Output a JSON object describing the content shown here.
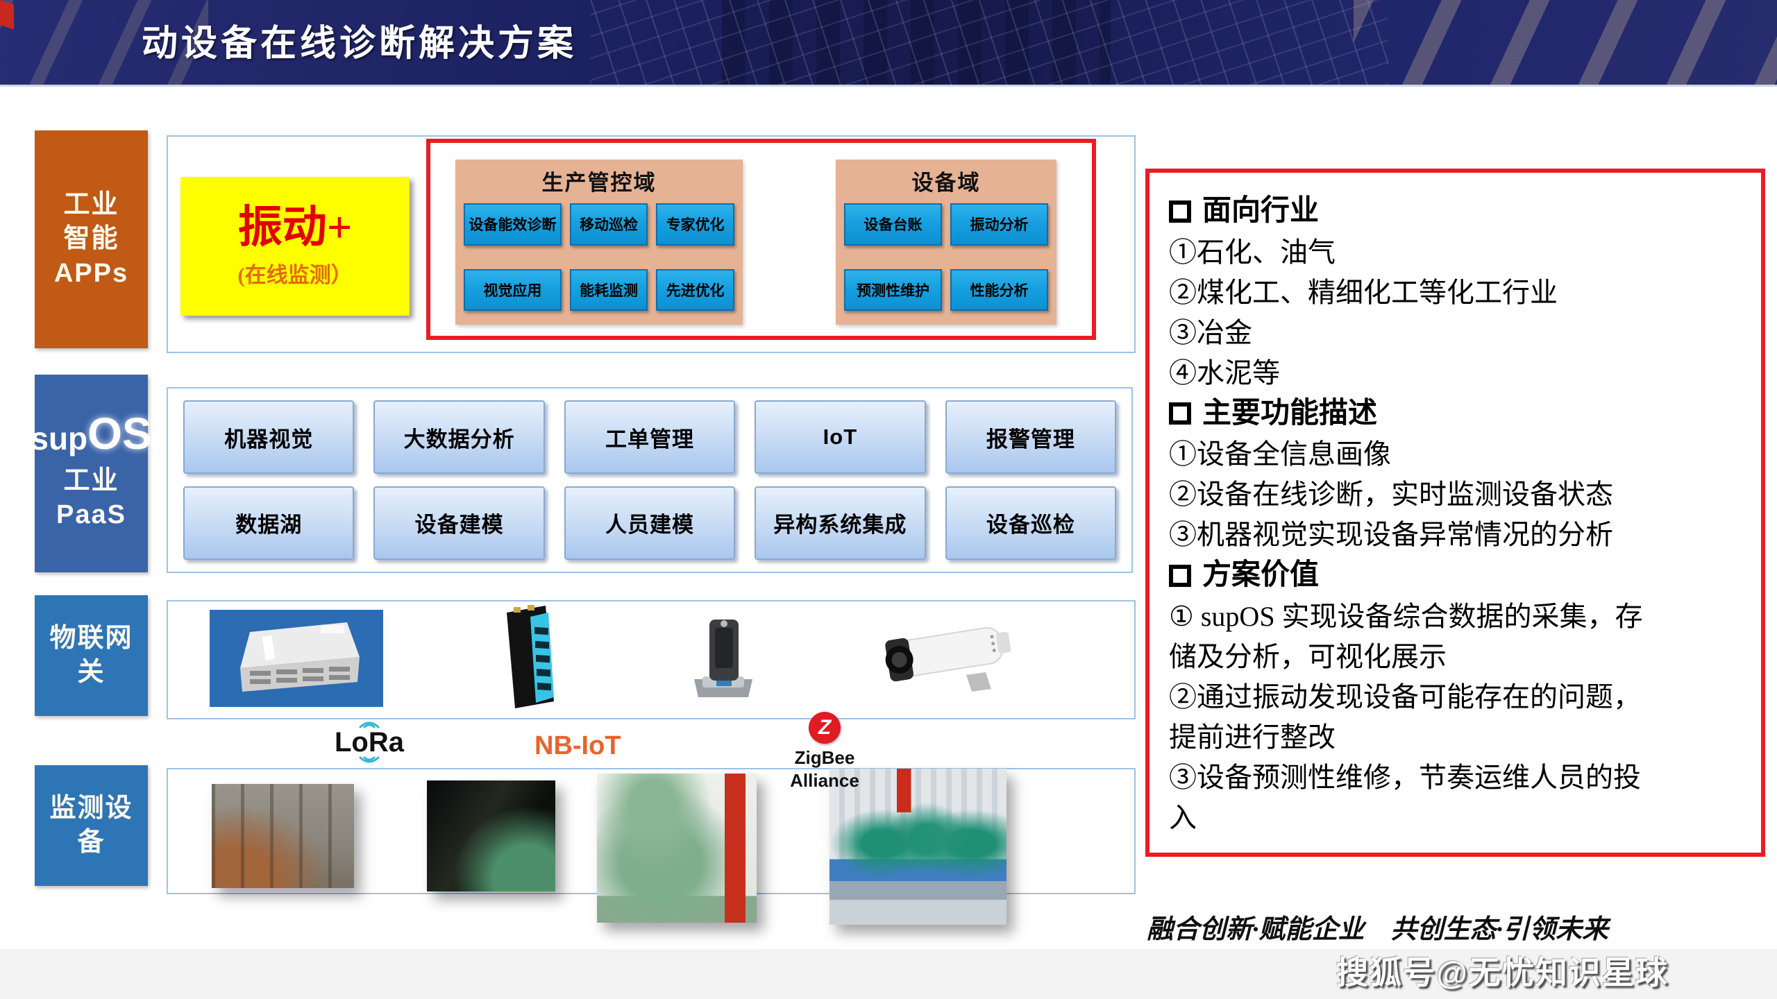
{
  "header": {
    "title": "动设备在线诊断解决方案"
  },
  "layers": [
    {
      "label": "工业\n智能\nAPPs"
    },
    {
      "logo_sup": "sup",
      "logo_os": "OS",
      "label": "工业\nPaaS"
    },
    {
      "label": "物联网\n关"
    },
    {
      "label": "监测设\n备"
    }
  ],
  "apps_row": {
    "vibration": {
      "title": "振动+",
      "subtitle": "(在线监测）"
    },
    "production_domain": {
      "title": "生产管控域",
      "buttons": [
        "设备能效诊断",
        "移动巡检",
        "专家优化",
        "视觉应用",
        "能耗监测",
        "先进优化"
      ]
    },
    "equipment_domain": {
      "title": "设备域",
      "buttons": [
        "设备台账",
        "振动分析",
        "预测性维护",
        "性能分析"
      ]
    }
  },
  "paas_row": {
    "row1": [
      "机器视觉",
      "大数据分析",
      "工单管理",
      "IoT",
      "报警管理"
    ],
    "row2": [
      "数据湖",
      "设备建模",
      "人员建模",
      "异构系统集成",
      "设备巡检"
    ]
  },
  "gateway_row": {
    "protocols": {
      "lora": "LoRa",
      "nbiot": "NB-IoT",
      "zigbee_z": "Z",
      "zigbee": "ZigBee\nAlliance"
    }
  },
  "right_panel": {
    "sections": [
      {
        "heading": "面向行业",
        "items": [
          "①石化、油气",
          "②煤化工、精细化工等化工行业",
          "③冶金",
          "④水泥等"
        ]
      },
      {
        "heading": "主要功能描述",
        "items": [
          "①设备全信息画像",
          "②设备在线诊断，实时监测设备状态",
          "③机器视觉实现设备异常情况的分析"
        ]
      },
      {
        "heading": "方案价值",
        "items": [
          "① supOS 实现设备综合数据的采集，存\n储及分析，可视化展示",
          "②通过振动发现设备可能存在的问题，\n提前进行整改",
          "③设备预测性维修，节奏运维人员的投\n入"
        ]
      }
    ]
  },
  "footer": {
    "slogan": "融合创新·赋能企业　共创生态·引领未来",
    "watermark": "搜狐号@无忧知识星球"
  },
  "colors": {
    "accent_red": "#ec1c24",
    "app_orange": "#c05a14",
    "supos_blue": "#3a64a8",
    "gateway_blue": "#2e75b6",
    "cyan_button": "#17a0df",
    "tan_panel": "#e5b294",
    "vibration_yellow": "#ffff00"
  }
}
